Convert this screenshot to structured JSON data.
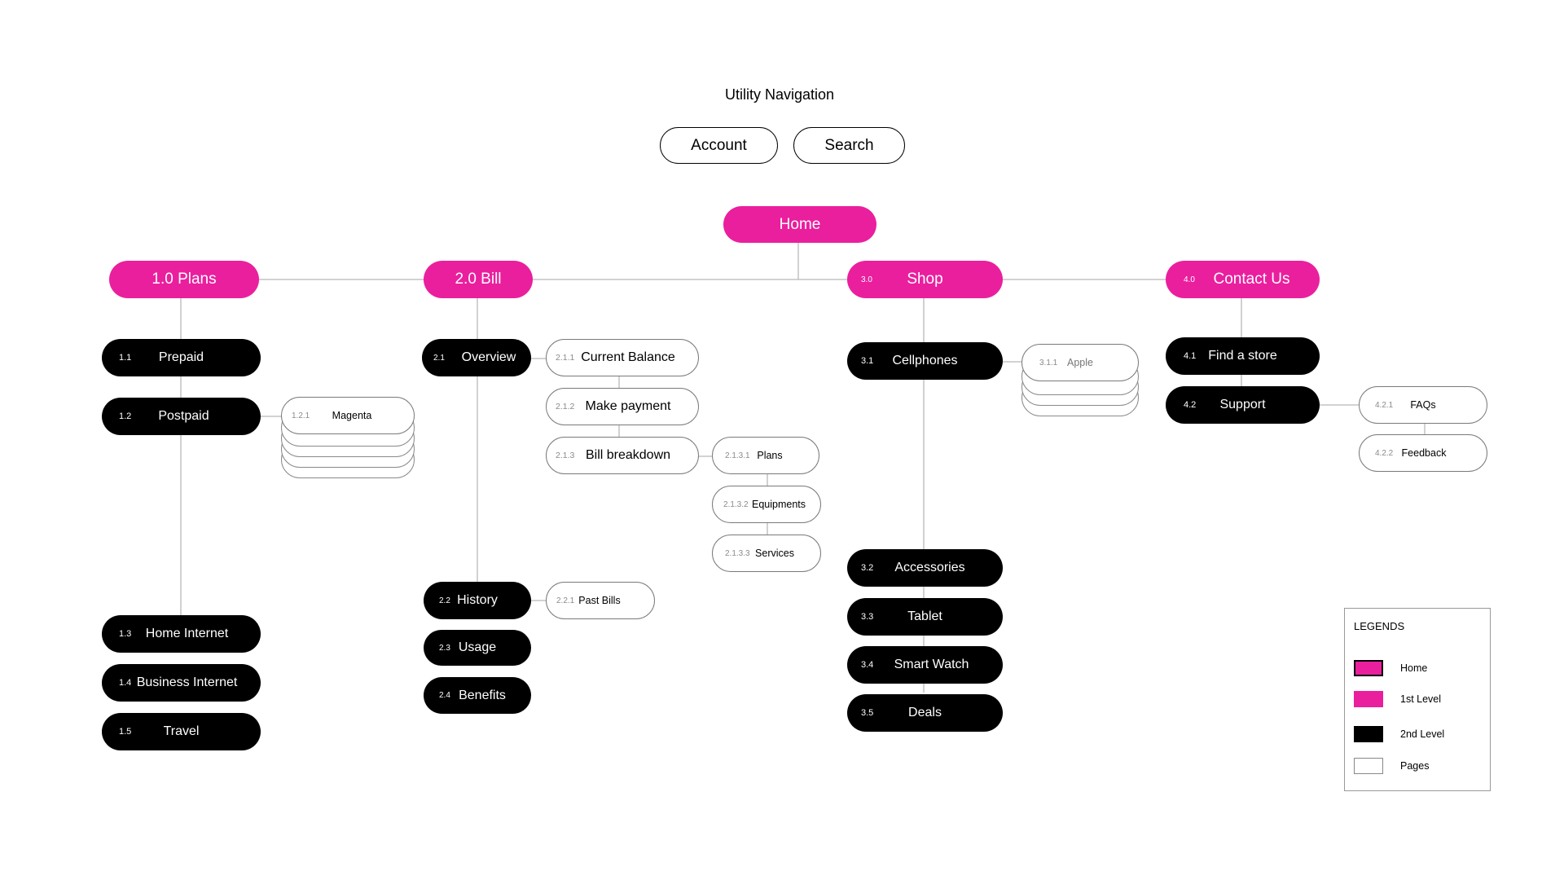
{
  "utility": {
    "title": "Utility Navigation",
    "account_label": "Account",
    "search_label": "Search"
  },
  "home": {
    "label": "Home"
  },
  "level1": [
    {
      "number": "",
      "label": "1.0 Plans"
    },
    {
      "number": "",
      "label": "2.0 Bill"
    },
    {
      "number": "3.0",
      "label": "Shop"
    },
    {
      "number": "4.0",
      "label": "Contact Us"
    }
  ],
  "plans": {
    "items": [
      {
        "number": "1.1",
        "label": "Prepaid"
      },
      {
        "number": "1.2",
        "label": "Postpaid"
      },
      {
        "number": "1.3",
        "label": "Home Internet"
      },
      {
        "number": "1.4",
        "label": "Business Internet"
      },
      {
        "number": "1.5",
        "label": "Travel"
      }
    ],
    "postpaid_page": {
      "number": "1.2.1",
      "label": "Magenta"
    }
  },
  "bill": {
    "items": [
      {
        "number": "2.1",
        "label": "Overview"
      },
      {
        "number": "2.2",
        "label": "History"
      },
      {
        "number": "2.3",
        "label": "Usage"
      },
      {
        "number": "2.4",
        "label": "Benefits"
      }
    ],
    "overview_pages": [
      {
        "number": "2.1.1",
        "label": "Current Balance"
      },
      {
        "number": "2.1.2",
        "label": "Make payment"
      },
      {
        "number": "2.1.3",
        "label": "Bill breakdown"
      }
    ],
    "breakdown_pages": [
      {
        "number": "2.1.3.1",
        "label": "Plans"
      },
      {
        "number": "2.1.3.2",
        "label": "Equipments"
      },
      {
        "number": "2.1.3.3",
        "label": "Services"
      }
    ],
    "history_page": {
      "number": "2.2.1",
      "label": "Past Bills"
    }
  },
  "shop": {
    "items": [
      {
        "number": "3.1",
        "label": "Cellphones"
      },
      {
        "number": "3.2",
        "label": "Accessories"
      },
      {
        "number": "3.3",
        "label": "Tablet"
      },
      {
        "number": "3.4",
        "label": "Smart Watch"
      },
      {
        "number": "3.5",
        "label": "Deals"
      }
    ],
    "cellphones_page": {
      "number": "3.1.1",
      "label": "Apple"
    }
  },
  "contact": {
    "items": [
      {
        "number": "4.1",
        "label": "Find a store"
      },
      {
        "number": "4.2",
        "label": "Support"
      }
    ],
    "support_pages": [
      {
        "number": "4.2.1",
        "label": "FAQs"
      },
      {
        "number": "4.2.2",
        "label": "Feedback"
      }
    ]
  },
  "legend": {
    "title": "LEGENDS",
    "items": [
      {
        "label": "Home",
        "color": "#ea1f9e"
      },
      {
        "label": "1st Level",
        "color": "#ea1f9e"
      },
      {
        "label": "2nd Level",
        "color": "#000000"
      },
      {
        "label": "Pages",
        "color": "#ffffff"
      }
    ]
  },
  "colors": {
    "pink": "#ea1f9e",
    "black": "#000000",
    "line": "#b8b8b8"
  }
}
